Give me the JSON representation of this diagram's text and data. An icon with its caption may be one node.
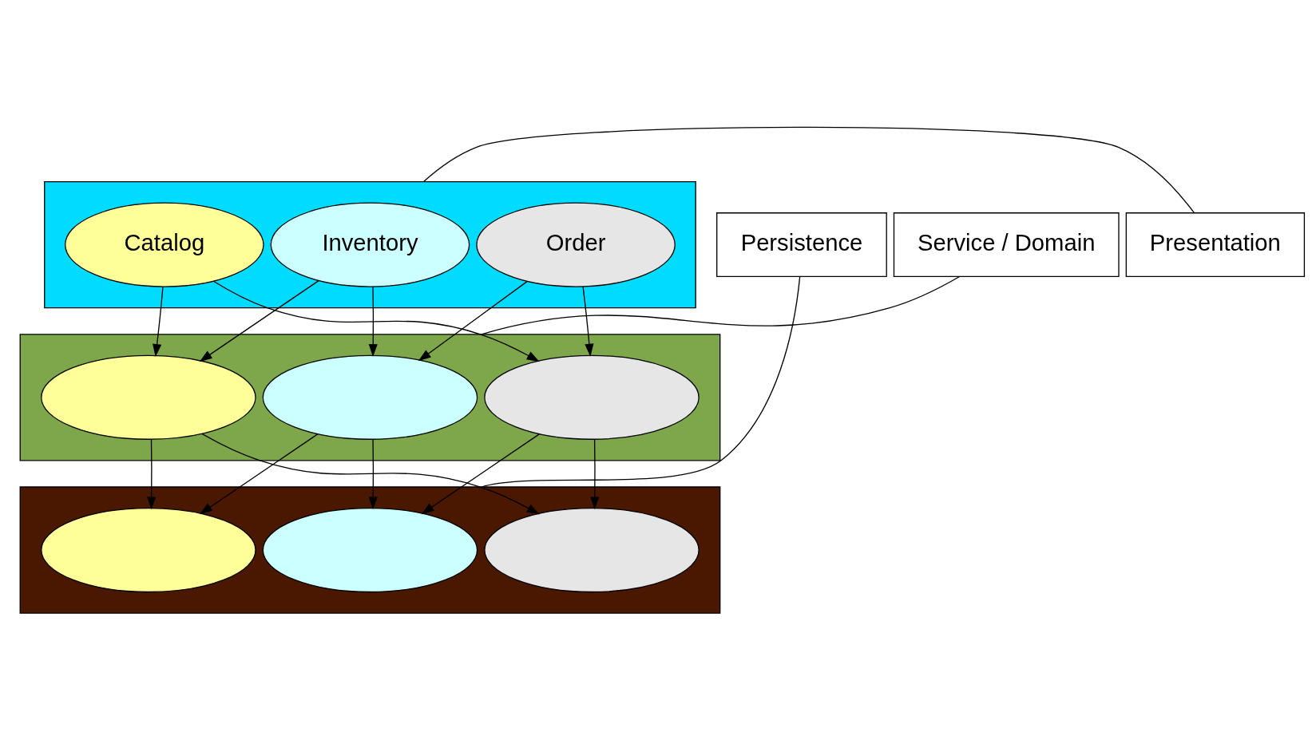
{
  "diagram": {
    "nodes": [
      {
        "text": [],
        "shape": "box"
      },
      {
        "text": [
          "Catalog"
        ],
        "in": 0
      },
      {
        "text": [
          "Inventory"
        ],
        "in": 0
      },
      {
        "text": [
          "Order"
        ],
        "in": 0
      },
      {
        "text": [
          "Presentation"
        ]
      },
      {
        "text": [],
        "shape": "box"
      },
      {
        "text": [],
        "shape": "ellipse",
        "in": 5
      },
      {
        "text": [],
        "shape": "ellipse",
        "in": 5
      },
      {
        "text": [],
        "shape": "ellipse",
        "in": 5
      },
      {
        "text": [
          "Service / Domain"
        ]
      },
      {
        "text": [],
        "shape": "box"
      },
      {
        "text": [],
        "shape": "ellipse",
        "in": 10
      },
      {
        "text": [],
        "shape": "ellipse",
        "in": 10
      },
      {
        "text": [],
        "shape": "ellipse",
        "in": 10
      },
      {
        "text": [
          "Persistence"
        ]
      }
    ],
    "edges": [
      {
        "from": 1,
        "to": 6,
        "arrow": "to"
      },
      {
        "from": 1,
        "to": 8,
        "arrow": "to"
      },
      {
        "from": 2,
        "to": 6,
        "arrow": "to"
      },
      {
        "from": 2,
        "to": 7,
        "arrow": "to"
      },
      {
        "from": 3,
        "to": 7,
        "arrow": "to"
      },
      {
        "from": 3,
        "to": 8,
        "arrow": "to"
      },
      {
        "from": 6,
        "to": 11,
        "arrow": "to"
      },
      {
        "from": 6,
        "to": 13,
        "arrow": "to"
      },
      {
        "from": 7,
        "to": 11,
        "arrow": "to"
      },
      {
        "from": 7,
        "to": 12,
        "arrow": "to"
      },
      {
        "from": 8,
        "to": 12,
        "arrow": "to"
      },
      {
        "from": 8,
        "to": 13,
        "arrow": "to"
      },
      {
        "from": 4,
        "to": 0,
        "arrow": "none"
      },
      {
        "from": 9,
        "to": 5,
        "arrow": "none"
      },
      {
        "from": 14,
        "to": 10,
        "arrow": "none"
      }
    ]
  }
}
